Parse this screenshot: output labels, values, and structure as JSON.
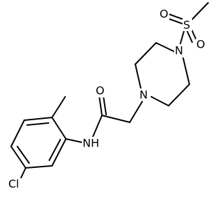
{
  "molecule": {
    "atom_labels": {
      "sulfur": "S",
      "sulfonyl_oxygen_top": "O",
      "sulfonyl_oxygen_bottom": "O",
      "piperazine_nitrogen_upper": "N",
      "piperazine_nitrogen_lower": "N",
      "carbonyl_oxygen": "O",
      "amide_nitrogen": "NH",
      "chlorine": "Cl"
    }
  }
}
